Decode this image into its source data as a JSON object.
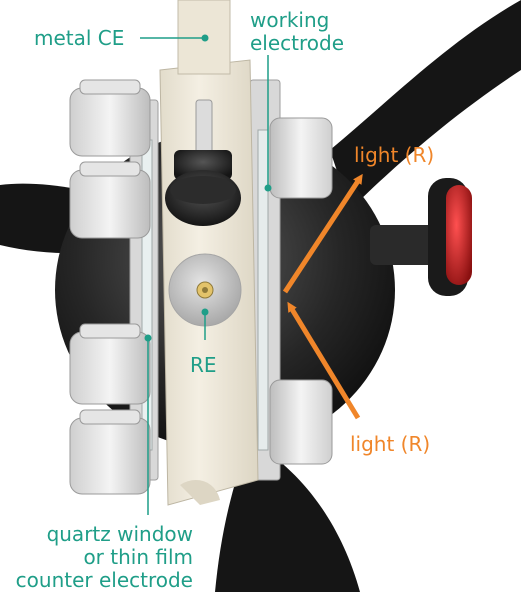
{
  "labels": {
    "metal_ce": "metal CE",
    "working_electrode_l1": "working",
    "working_electrode_l2": "electrode",
    "light_top": "light (R)",
    "light_bottom": "light (R)",
    "re": "RE",
    "quartz_l1": "quartz window",
    "quartz_l2": "or thin film",
    "quartz_l3": "counter electrode"
  },
  "colors": {
    "label_teal": "#1f9e88",
    "arrow_orange": "#f0862a",
    "cell_body": "#f1ece0",
    "dark_sphere": "#1b1b1b",
    "red_lens": "#c21f22"
  }
}
